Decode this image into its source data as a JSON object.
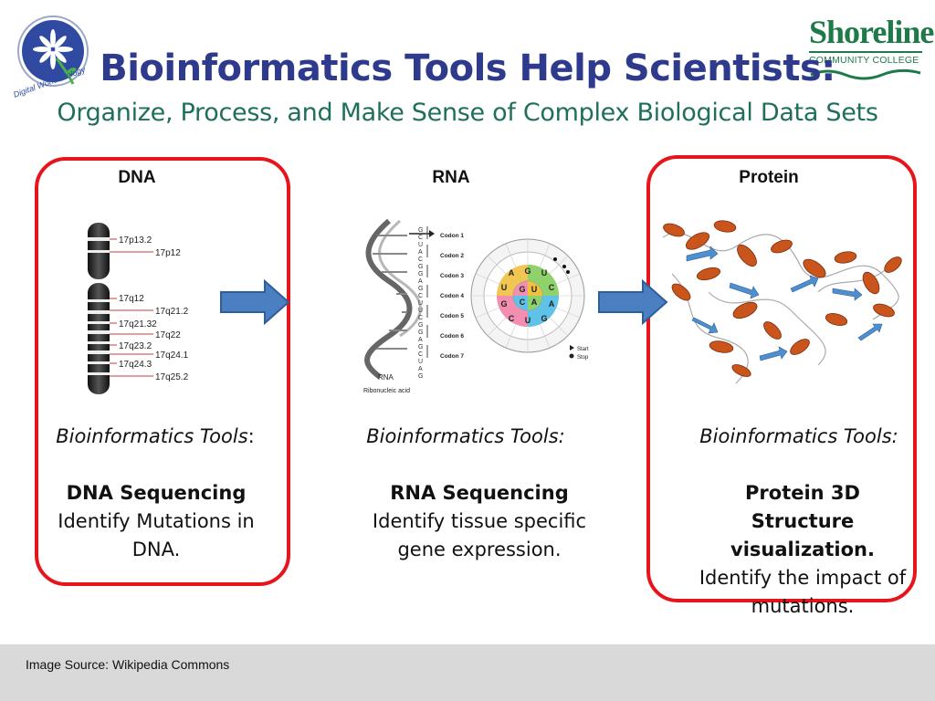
{
  "header": {
    "title": "Bioinformatics Tools Help Scientists:",
    "subtitle": "Organize, Process, and Make Sense of Complex Biological Data Sets",
    "logo_left_text": "Digital World Biology",
    "logo_right_name": "Shoreline",
    "logo_right_sub": "COMMUNITY COLLEGE"
  },
  "columns": [
    {
      "heading": "DNA",
      "tools_label": "Bioinformatics Tools",
      "tools_suffix": ":",
      "method": "DNA Sequencing",
      "description": "Identify Mutations in DNA."
    },
    {
      "heading": "RNA",
      "tools_label": "Bioinformatics Tools:",
      "method": "RNA Sequencing",
      "description": "Identify tissue specific gene expression."
    },
    {
      "heading": "Protein",
      "tools_label": "Bioinformatics Tools:",
      "method": "Protein 3D Structure visualization.",
      "description": "Identify the impact of mutations."
    }
  ],
  "chromosome_labels": [
    "17p13.2",
    "17p12",
    "17q12",
    "17q21.2",
    "17q21.32",
    "17q22",
    "17q23.2",
    "17q24.1",
    "17q24.3",
    "17q25.2"
  ],
  "rna_figure": {
    "codons": [
      "Codon 1",
      "Codon 2",
      "Codon 3",
      "Codon 4",
      "Codon 5",
      "Codon 6",
      "Codon 7"
    ],
    "caption_short": "RNA",
    "caption_long": "Ribonucleic acid",
    "legend": [
      "Start",
      "Stop"
    ]
  },
  "footer": {
    "source": "Image Source: Wikipedia Commons"
  },
  "colors": {
    "panel_border": "#e8141c",
    "arrow": "#4a7fc1",
    "title": "#2e3a8c",
    "subtitle": "#1f6f5c"
  }
}
